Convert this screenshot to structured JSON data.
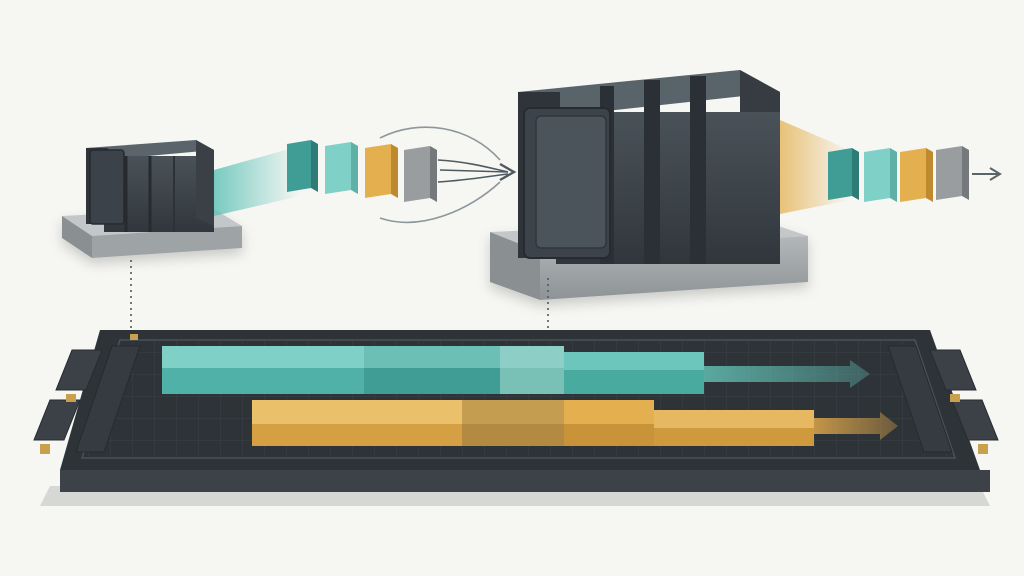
{
  "colors": {
    "background": "#f6f6f3",
    "dark_block": "#3b4249",
    "dark_block_light": "#4b535b",
    "base_plate": "#9a9fa2",
    "teal": "#62c3b8",
    "teal_dark": "#3f9d96",
    "teal_light": "#7fd0c6",
    "gold": "#e4b04f",
    "gold_dark": "#bf8a2e",
    "gray_packet": "#8e9194",
    "board": "#2e3338",
    "board_grid": "#3a4046",
    "arrow": "#4f5a60"
  },
  "packets": {
    "left_stream": [
      "teal-dark",
      "teal-light",
      "gold",
      "gray"
    ],
    "right_stream": [
      "teal-dark",
      "teal-light",
      "gold",
      "gray"
    ]
  },
  "timeline": {
    "teal_track_segments": 3,
    "gold_track_segments": 3
  },
  "icons": {
    "merge_arrow": "arrow-right-icon",
    "output_arrow": "arrow-right-icon"
  }
}
